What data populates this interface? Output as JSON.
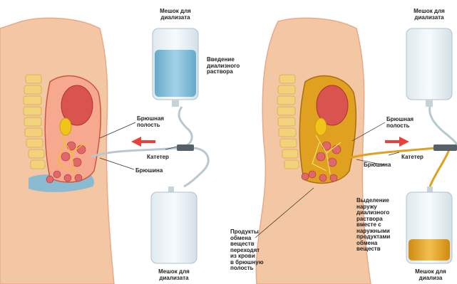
{
  "left_panel": {
    "bag_top_label": "Мешок для\nдиализата",
    "infusion_label": "Введение\nдиализного\nраствора",
    "abdominal_cavity_label": "Брюшная\nполость",
    "catheter_label": "Катетер",
    "peritoneum_label": "Брюшина",
    "bag_bottom_label": "Мешок для\nдиализата"
  },
  "right_panel": {
    "bag_top_label": "Мешок для\nдиализата",
    "abdominal_cavity_label": "Брюшная\nполость",
    "catheter_label": "Катетер",
    "peritoneum_label": "Брюшина",
    "outflow_label": "Выделение\nнаружу\nдиализного\nраствора\nвместе с\nнаружными\nпродуктами\nобмена\nвеществ",
    "metabolites_label": "Продукты\nобмена\nвеществ\nпереходят\nиз крови\nв брюшную\nполость",
    "bag_bottom_label": "Мешок для\nдиализа"
  },
  "colors": {
    "skin": "#f4c7a4",
    "skin_edge": "#e8a98a",
    "spine": "#f2d27a",
    "organ_red": "#d9534f",
    "nerve_yellow": "#f0c419",
    "fresh_solution": "#7fb9d6",
    "used_solution": "#e0a020",
    "arrow_red": "#e8413a",
    "tube": "#b8c8d0"
  }
}
